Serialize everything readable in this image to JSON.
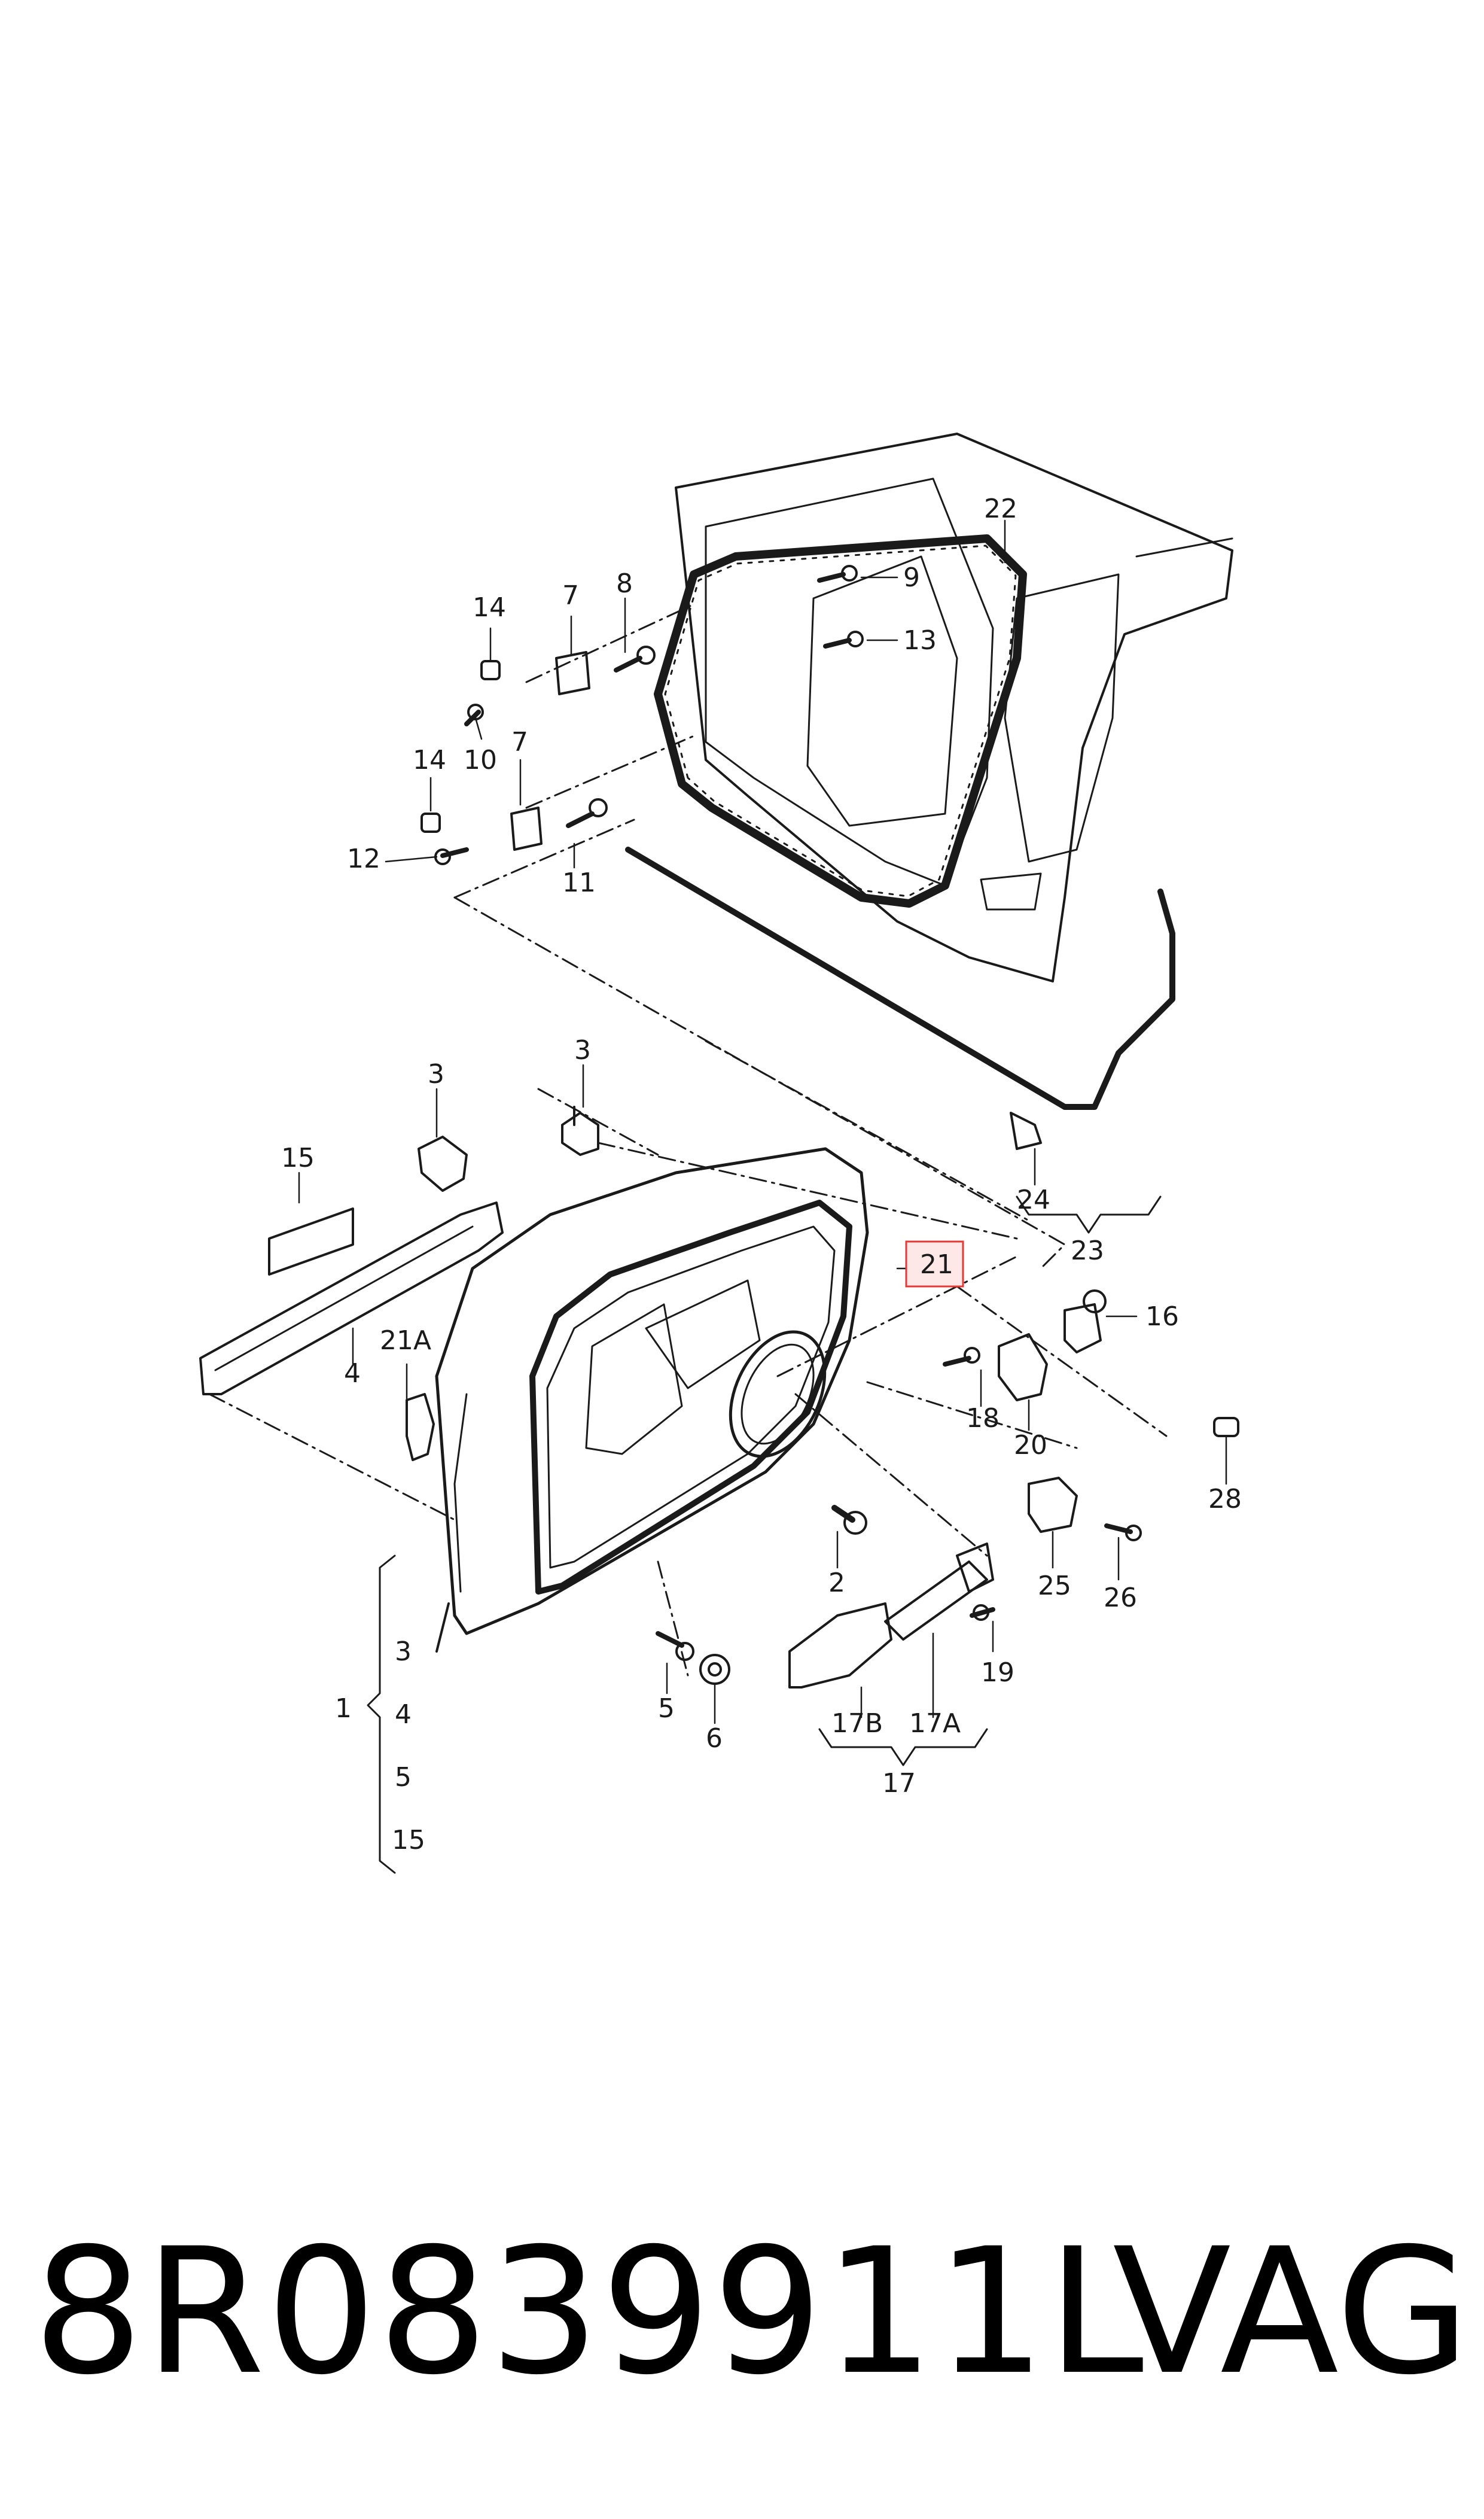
{
  "callouts": {
    "c1": "1",
    "c2": "2",
    "c3a": "3",
    "c3b": "3",
    "c3c": "3",
    "c4a": "4",
    "c4b": "4",
    "c5a": "5",
    "c5b": "5",
    "c6": "6",
    "c7a": "7",
    "c7b": "7",
    "c8": "8",
    "c9": "9",
    "c10": "10",
    "c11": "11",
    "c12": "12",
    "c13": "13",
    "c14a": "14",
    "c14b": "14",
    "c15a": "15",
    "c15b": "15",
    "c16": "16",
    "c17": "17",
    "c17a": "17A",
    "c17b": "17B",
    "c18": "18",
    "c19": "19",
    "c20": "20",
    "c21": "21",
    "c21a": "21A",
    "c22": "22",
    "c23": "23",
    "c24": "24",
    "c25": "25",
    "c26": "26",
    "c28": "28"
  },
  "highlight_color": "#e53935",
  "highlighted_callout": "21",
  "footer": {
    "part_number": "8R0839911L",
    "brand": "VAG"
  }
}
